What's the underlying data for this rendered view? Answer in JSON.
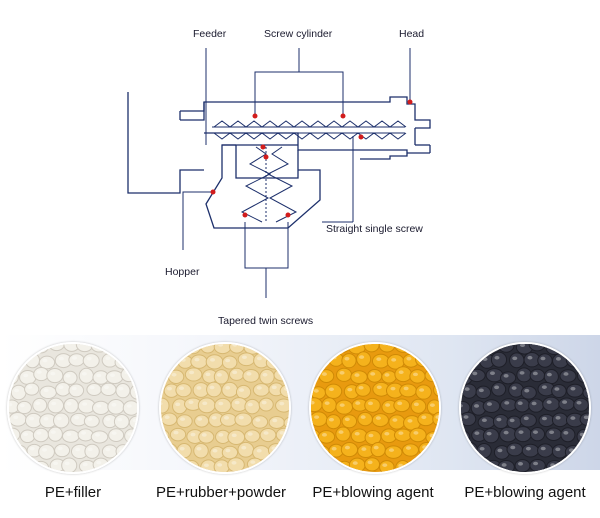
{
  "diagram": {
    "labels": {
      "feeder": "Feeder",
      "screw_cylinder": "Screw cylinder",
      "head": "Head",
      "straight_single_screw": "Straight single screw",
      "hopper": "Hopper",
      "tapered_twin_screws": "Tapered twin screws"
    },
    "line_color": "#1c2f6b",
    "dot_color": "#d21c1c"
  },
  "samples": [
    {
      "caption": "PE+filler",
      "color": "#f3f1ea",
      "edge": "#cfcac0",
      "background": "#e9e6de"
    },
    {
      "caption": "PE+rubber+powder",
      "color": "#f2ddac",
      "edge": "#d7b872",
      "background": "#e8cd90"
    },
    {
      "caption": "PE+blowing agent",
      "color": "#f5b21c",
      "edge": "#cf8a06",
      "background": "#e89a0f"
    },
    {
      "caption": "PE+blowing agent",
      "color": "#3a3c4a",
      "edge": "#1e1f28",
      "background": "#2a2c37"
    }
  ]
}
